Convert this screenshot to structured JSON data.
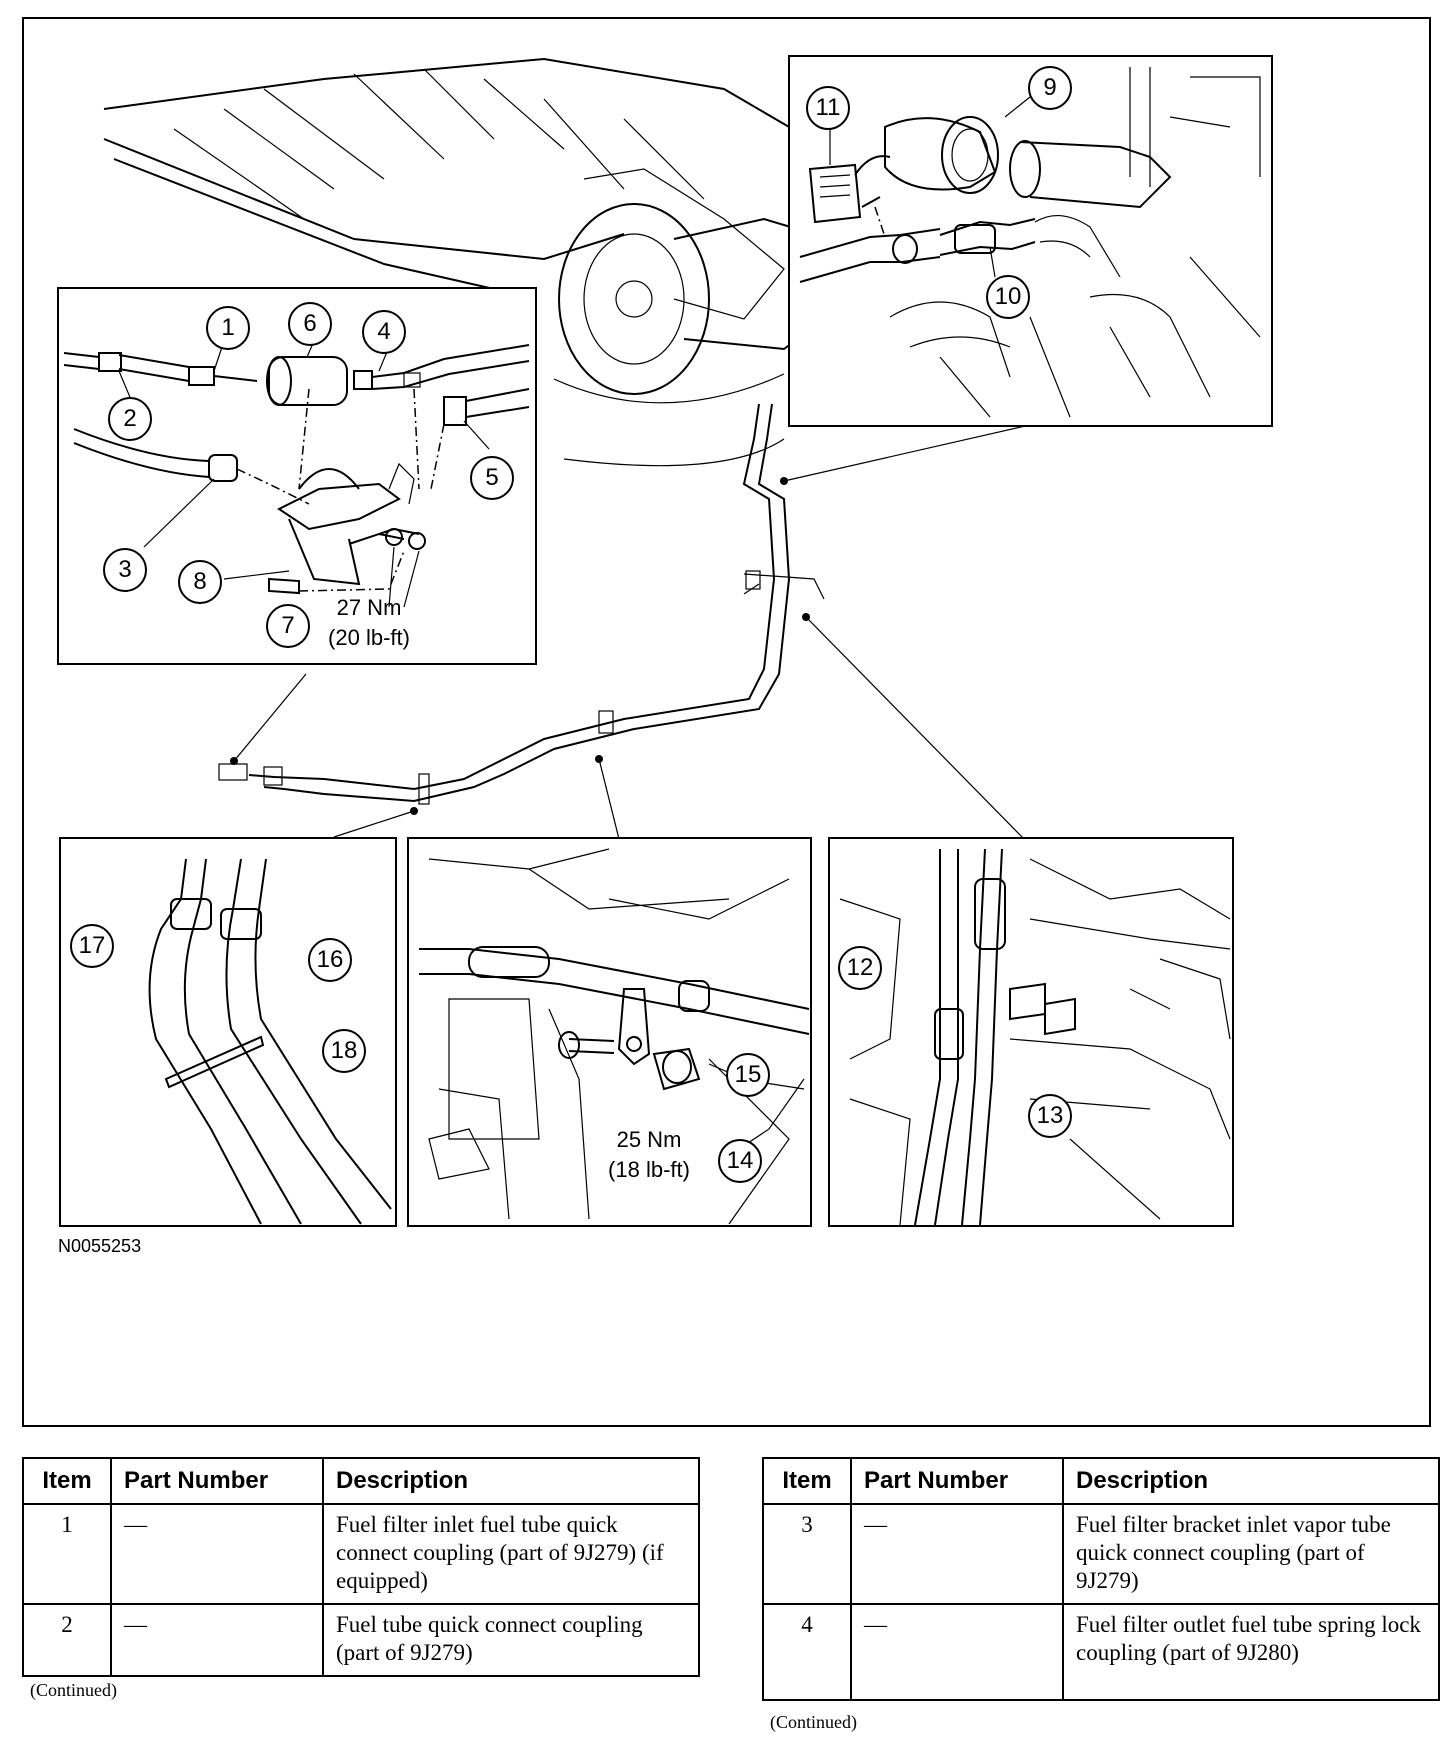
{
  "figure": {
    "id": "N0055253",
    "callouts": [
      "1",
      "2",
      "3",
      "4",
      "5",
      "6",
      "7",
      "8",
      "9",
      "10",
      "11",
      "12",
      "13",
      "14",
      "15",
      "16",
      "17",
      "18"
    ],
    "torque_1": {
      "nm": "27 Nm",
      "lbft": "(20 lb-ft)"
    },
    "torque_2": {
      "nm": "25 Nm",
      "lbft": "(18 lb-ft)"
    }
  },
  "table": {
    "headers": {
      "item": "Item",
      "part_number": "Part Number",
      "description": "Description"
    },
    "left_rows": [
      {
        "item": "1",
        "part_number": "—",
        "description": "Fuel filter inlet fuel tube quick connect coupling (part of 9J279) (if equipped)"
      },
      {
        "item": "2",
        "part_number": "—",
        "description": "Fuel tube quick connect coupling (part of 9J279)"
      }
    ],
    "right_rows": [
      {
        "item": "3",
        "part_number": "—",
        "description": "Fuel filter bracket inlet vapor tube quick connect coupling (part of 9J279)"
      },
      {
        "item": "4",
        "part_number": "—",
        "description": "Fuel filter outlet fuel tube spring lock coupling (part of 9J280)"
      }
    ],
    "continued": "(Continued)"
  }
}
